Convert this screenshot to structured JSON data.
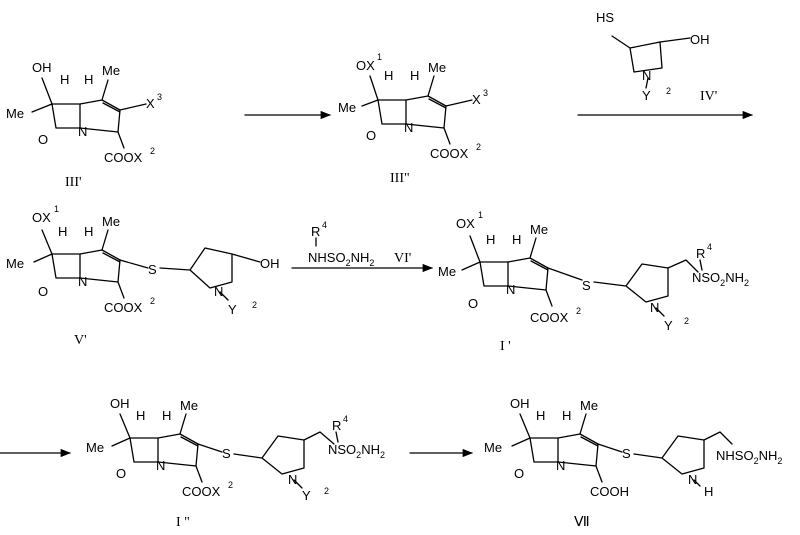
{
  "compounds": {
    "iii_prime": {
      "label": "III'",
      "hydroxy": "OH",
      "ethyl": "Me",
      "methyl": "Me",
      "hydrogen": "H",
      "oxo": "O",
      "nitrogen": "N",
      "ester": "COOX",
      "ester_sup": "2",
      "leaving_group": "X",
      "leaving_sup": "3"
    },
    "iii_dprime": {
      "label": "III\"",
      "protected_oh": "OX",
      "protected_sup": "1",
      "ethyl": "Me",
      "methyl": "Me",
      "hydrogen": "H",
      "oxo": "O",
      "nitrogen": "N",
      "ester": "COOX",
      "ester_sup": "2",
      "leaving_group": "X",
      "leaving_sup": "3"
    },
    "iv_prime": {
      "label": "IV'",
      "thiol": "HS",
      "hydroxy": "OH",
      "nitrogen": "N",
      "protect": "Y",
      "protect_sup": "2"
    },
    "v_prime": {
      "label": "V'",
      "protected_oh": "OX",
      "protected_sup": "1",
      "ethyl": "Me",
      "methyl": "Me",
      "hydrogen": "H",
      "oxo": "O",
      "nitrogen": "N",
      "sulfur": "S",
      "hydroxy": "OH",
      "ester": "COOX",
      "ester_sup": "2",
      "protect": "Y",
      "protect_sup": "2"
    },
    "vi_prime": {
      "label": "VI'",
      "r": "R",
      "r_sup": "4",
      "amide": "NHSO",
      "amide_sub": "2",
      "amide_end": "NH",
      "amide_end_sub": "2"
    },
    "i_prime": {
      "label": "I '",
      "protected_oh": "OX",
      "protected_sup": "1",
      "ethyl": "Me",
      "methyl": "Me",
      "hydrogen": "H",
      "oxo": "O",
      "nitrogen": "N",
      "sulfur": "S",
      "r": "R",
      "r_sup": "4",
      "side": "NSO",
      "side_sub": "2",
      "side_end": "NH",
      "side_end_sub": "2",
      "ester": "COOX",
      "ester_sup": "2",
      "protect": "Y",
      "protect_sup": "2"
    },
    "i_dprime": {
      "label": "I \"",
      "hydroxy": "OH",
      "ethyl": "Me",
      "methyl": "Me",
      "hydrogen": "H",
      "oxo": "O",
      "nitrogen": "N",
      "sulfur": "S",
      "r": "R",
      "r_sup": "4",
      "side": "NSO",
      "side_sub": "2",
      "side_end": "NH",
      "side_end_sub": "2",
      "ester": "COOX",
      "ester_sup": "2",
      "protect": "Y",
      "protect_sup": "2"
    },
    "vii": {
      "label": "Ⅶ",
      "hydroxy": "OH",
      "ethyl": "Me",
      "methyl": "Me",
      "hydrogen": "H",
      "oxo": "O",
      "nitrogen": "N",
      "sulfur": "S",
      "side": "NHSO",
      "side_sub": "2",
      "side_end": "NH",
      "side_end_sub": "2",
      "acid": "COOH",
      "amine_h": "H"
    }
  }
}
